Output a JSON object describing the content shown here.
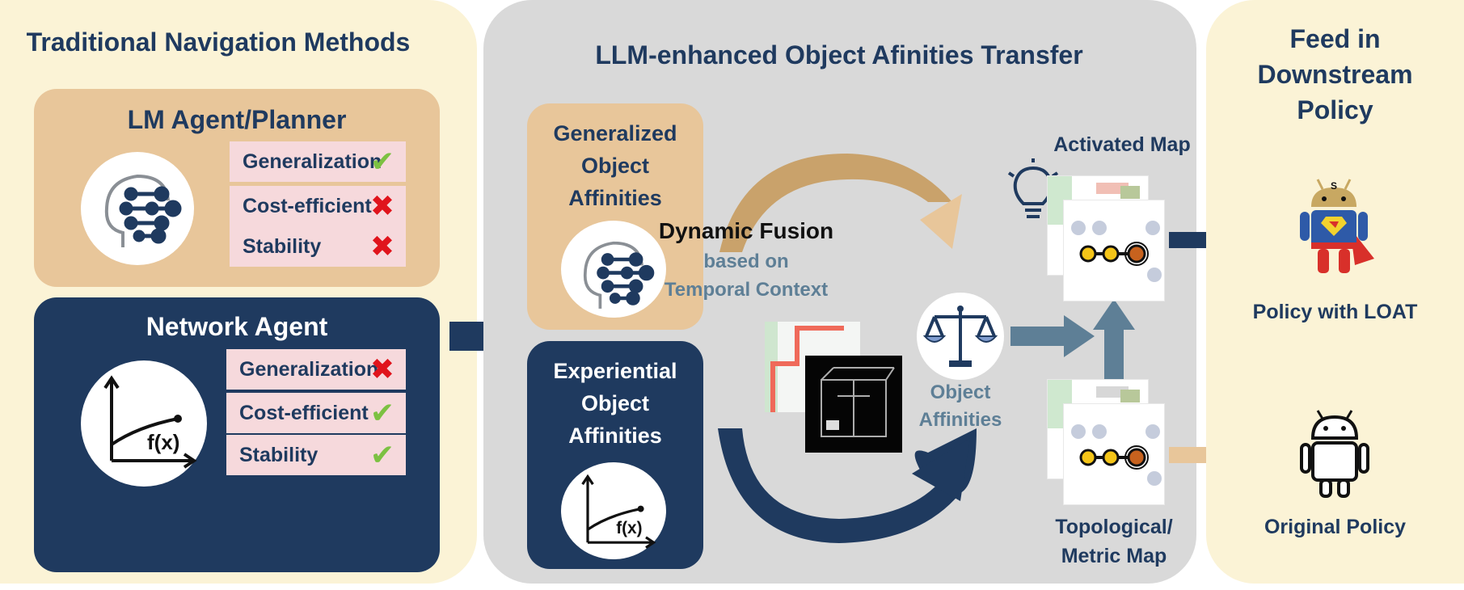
{
  "left": {
    "title": "Traditional Navigation Methods",
    "lm_card": {
      "title": "LM Agent/Planner",
      "tags": [
        {
          "label": "Generalization",
          "mark": "✔",
          "status": "check"
        },
        {
          "label": "Cost-efficient",
          "mark": "✖",
          "status": "cross"
        },
        {
          "label": "Stability",
          "mark": "✖",
          "status": "cross"
        }
      ]
    },
    "net_card": {
      "title": "Network Agent",
      "func_label": "f(x)",
      "tags": [
        {
          "label": "Generalization",
          "mark": "✖",
          "status": "cross"
        },
        {
          "label": "Cost-efficient",
          "mark": "✔",
          "status": "check"
        },
        {
          "label": "Stability",
          "mark": "✔",
          "status": "check"
        }
      ]
    }
  },
  "middle": {
    "title": "LLM-enhanced Object Afinities Transfer",
    "generalized": {
      "line1": "Generalized",
      "line2": "Object",
      "line3": "Affinities"
    },
    "experiential": {
      "line1": "Experiential",
      "line2": "Object",
      "line3": "Affinities",
      "func_label": "f(x)"
    },
    "fusion": {
      "title": "Dynamic Fusion",
      "sub1": "based on",
      "sub2": "Temporal  Context"
    },
    "object_affinities": {
      "line1": "Object",
      "line2": "Affinities"
    },
    "activated_map": "Activated Map",
    "topo_map": {
      "line1": "Topological/",
      "line2": "Metric Map"
    }
  },
  "right": {
    "title": {
      "line1": "Feed in",
      "line2": "Downstream",
      "line3": "Policy"
    },
    "loat_label": "Policy with LOAT",
    "original_label": "Original Policy",
    "robot_emblem": "S"
  },
  "colors": {
    "navy": "#1f3a5f",
    "tan": "#e8c69a",
    "cream": "#fbf3d6",
    "gray_panel": "#d9d9d9",
    "slate": "#5e7f96",
    "check_green": "#7cc142",
    "cross_red": "#e0141c",
    "tag_pink": "#f6d9dc"
  },
  "icons": [
    "head-brain-icon",
    "function-graph-icon",
    "lightbulb-icon",
    "balance-scale-icon",
    "superman-android-icon",
    "android-robot-icon"
  ]
}
